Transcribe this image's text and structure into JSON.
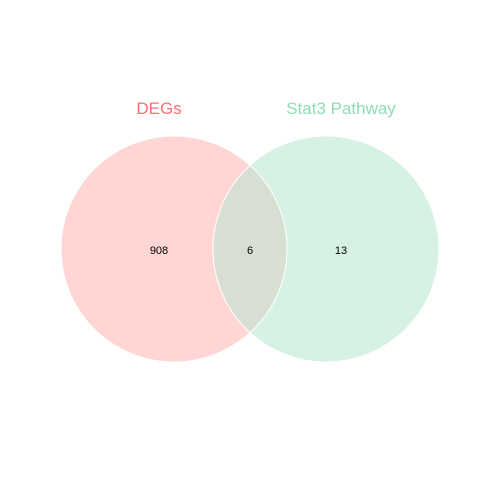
{
  "diagram": {
    "type": "venn",
    "sets": [
      {
        "name": "DEGs",
        "color": "#ff6f6f",
        "fill": "#ffd6d4"
      },
      {
        "name": "Stat3 Pathway",
        "color": "#8fdcb4",
        "fill": "#d7f1e4"
      }
    ],
    "overlap_fill": "#d7dfd3",
    "outline_color": "#ffffff",
    "counts": {
      "only_a": "908",
      "both": "6",
      "only_b": "13"
    }
  }
}
